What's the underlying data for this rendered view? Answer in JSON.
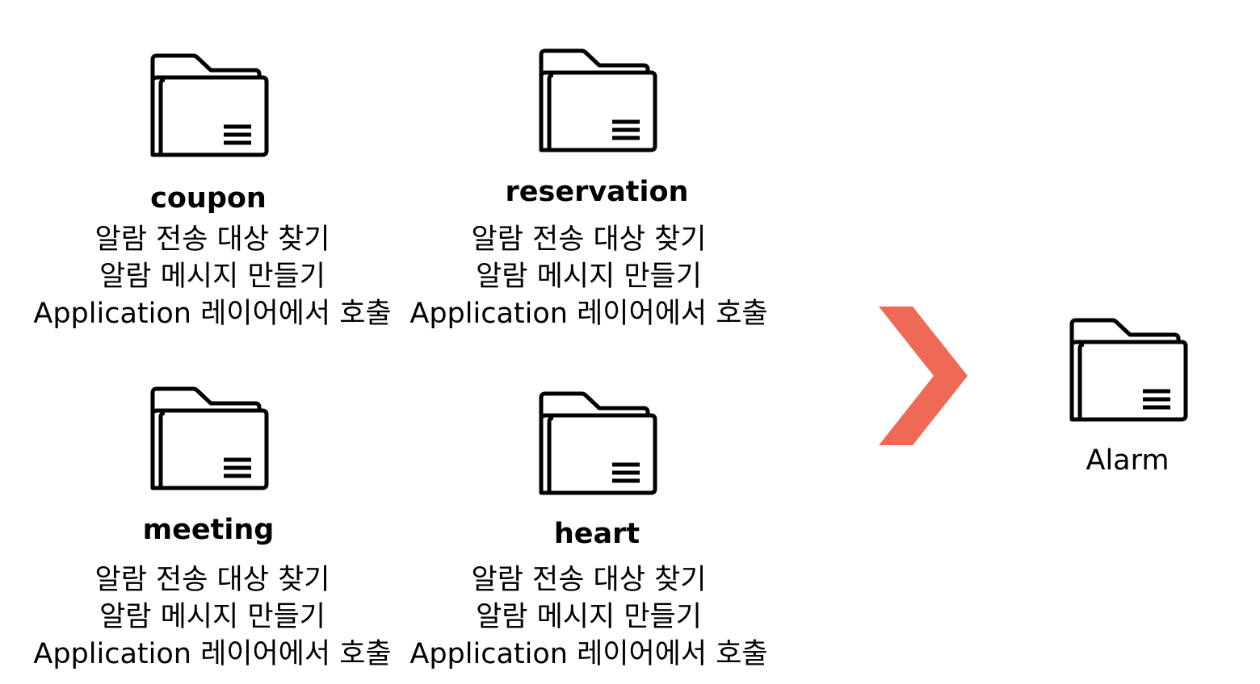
{
  "modules": [
    {
      "name": "coupon",
      "lines": [
        "알람 전송 대상 찾기",
        "알람 메시지 만들기",
        "Application 레이어에서 호출"
      ]
    },
    {
      "name": "reservation",
      "lines": [
        "알람 전송 대상 찾기",
        "알람 메시지 만들기",
        "Application 레이어에서 호출"
      ]
    },
    {
      "name": "meeting",
      "lines": [
        "알람 전송 대상 찾기",
        "알람 메시지 만들기",
        "Application 레이어에서 호출"
      ]
    },
    {
      "name": "heart",
      "lines": [
        "알람 전송 대상 찾기",
        "알람 메시지 만들기",
        "Application 레이어에서 호출"
      ]
    }
  ],
  "target": {
    "name": "Alarm"
  },
  "icons": {
    "folder": "folder-icon",
    "arrow": "chevron-right-icon"
  },
  "colors": {
    "arrow": "#EE6A57",
    "stroke": "#000000"
  }
}
